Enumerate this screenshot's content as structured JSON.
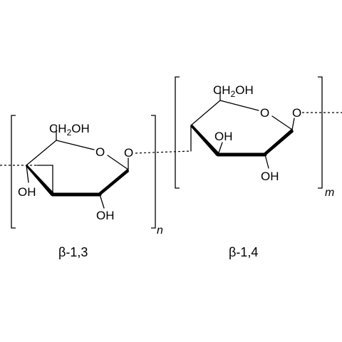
{
  "left_unit": {
    "ch2oh_prefix": "CH",
    "ch2oh_sub": "2",
    "ch2oh_suffix": "OH",
    "ring_oxygen": "O",
    "glycosidic_oxygen": "O",
    "oh_c4": "OH",
    "oh_c2": "OH",
    "repeat_index": "n",
    "caption": "β-1,3"
  },
  "right_unit": {
    "ch2oh_prefix": "CH",
    "ch2oh_sub": "2",
    "ch2oh_suffix": "OH",
    "ring_oxygen": "O",
    "glycosidic_oxygen": "O",
    "oh_c3": "OH",
    "oh_c2": "OH",
    "repeat_index": "m",
    "caption": "β-1,4"
  }
}
